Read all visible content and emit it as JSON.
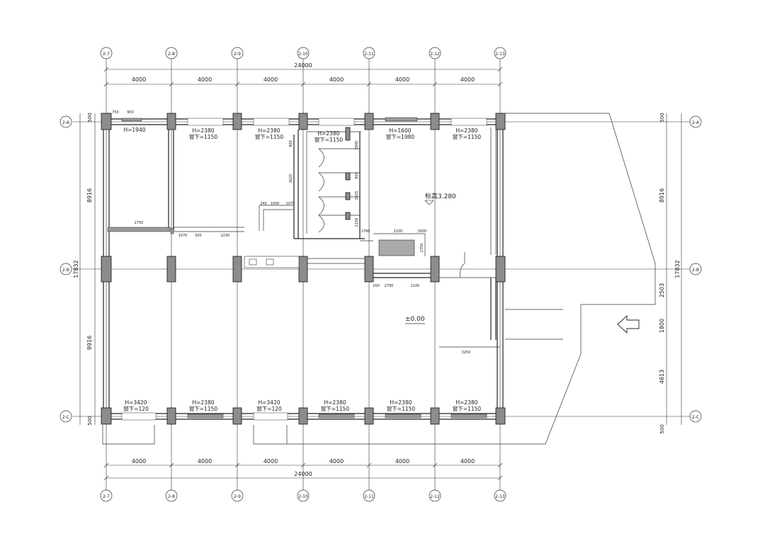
{
  "axes": {
    "cols": [
      "2-7",
      "2-8",
      "2-9",
      "2-10",
      "2-11",
      "2-12",
      "2-13"
    ],
    "rows": [
      "2-A",
      "2-B",
      "2-C"
    ]
  },
  "dimensions": {
    "total_width": "24000",
    "spans": [
      "4000",
      "4000",
      "4000",
      "4000",
      "4000",
      "4000"
    ],
    "left_total": "17832",
    "left_spans": [
      "8916",
      "8916"
    ],
    "top_offset": "500",
    "bottom_offset": "500",
    "right_total": "17832",
    "right_spans": [
      "8916",
      "2503",
      "1800",
      "4613"
    ],
    "right_offsets": [
      "500",
      "500"
    ]
  },
  "top_windows": [
    {
      "h": "H=1940",
      "sill": ""
    },
    {
      "h": "H=2380",
      "sill": "窗下=1150"
    },
    {
      "h": "H=2380",
      "sill": "窗下=1150"
    },
    {
      "h": "H=2380",
      "sill": "窗下=1150"
    },
    {
      "h": "H=1600",
      "sill": "窗下=1980"
    },
    {
      "h": "H=2380",
      "sill": "窗下=1150"
    }
  ],
  "bottom_windows": [
    {
      "h": "H=3420",
      "sill": "窗下=120"
    },
    {
      "h": "H=2380",
      "sill": "窗下=1150"
    },
    {
      "h": "H=3420",
      "sill": "窗下=120"
    },
    {
      "h": "H=2380",
      "sill": "窗下=1150"
    },
    {
      "h": "H=2380",
      "sill": "窗下=1150"
    },
    {
      "h": "H=2380",
      "sill": "窗下=1150"
    }
  ],
  "small_dims": {
    "door_left": "750",
    "door_right": "950",
    "wall_a": "1750",
    "wall_b": "1070",
    "wall_c": "500",
    "wall_d": "2230",
    "wc_a": "240",
    "wc_b": "1000",
    "wc_c": "1075",
    "wc_v1": "800",
    "wc_v2": "3625",
    "wc_v3": "2845",
    "wc_v4": "800",
    "wc_v5": "3025",
    "wc_v6": "2150",
    "stair_a": "1760",
    "stair_b": "2100",
    "stair_c": "3000",
    "stair_v": "2750",
    "entry_a": "200",
    "entry_b": "2700",
    "entry_c": "1100",
    "ramp": "3250"
  },
  "levels": {
    "upper": "标高3.280",
    "ground": "±0.00"
  }
}
